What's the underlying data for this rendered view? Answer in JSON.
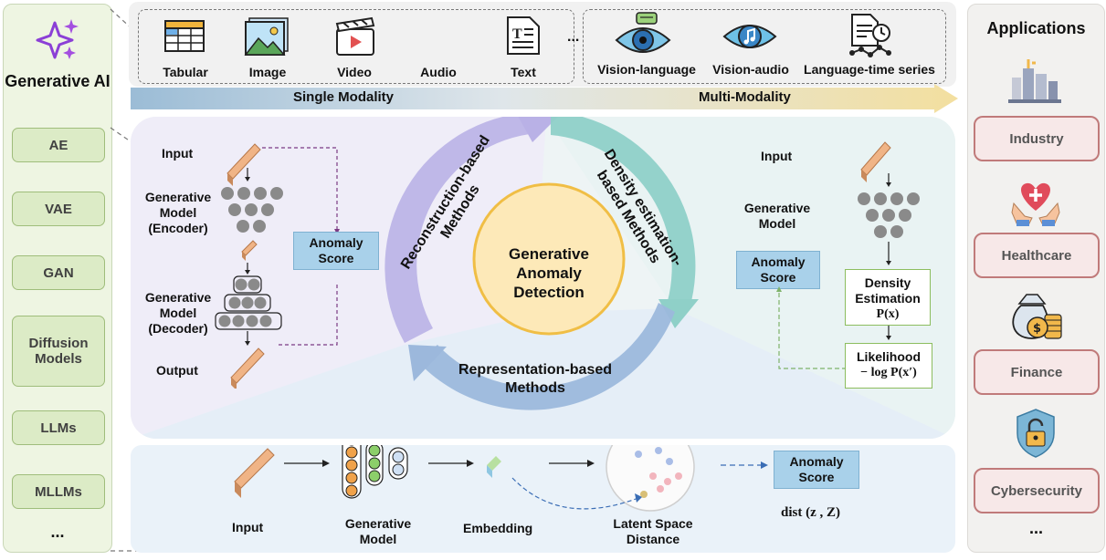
{
  "generative_ai": {
    "title": "Generative AI",
    "items": [
      "AE",
      "VAE",
      "GAN",
      "Diffusion Models",
      "LLMs",
      "MLLMs"
    ],
    "ellipsis": "..."
  },
  "applications": {
    "title": "Applications",
    "items": [
      "Industry",
      "Healthcare",
      "Finance",
      "Cybersecurity"
    ],
    "ellipsis": "..."
  },
  "modalities": {
    "single": [
      "Tabular",
      "Image",
      "Video",
      "Audio",
      "Text"
    ],
    "ellipsis": "...",
    "multi": [
      "Vision-language",
      "Vision-audio",
      "Language-time series"
    ],
    "single_label": "Single Modality",
    "multi_label": "Multi-Modality"
  },
  "center": {
    "title": "Generative Anomaly Detection",
    "arc_reconstruction": "Reconstruction-based Methods",
    "arc_density": "Density estimation-based Methods",
    "arc_representation": "Representation-based Methods"
  },
  "reconstruction": {
    "input": "Input",
    "encoder": "Generative Model (Encoder)",
    "decoder": "Generative Model (Decoder)",
    "output": "Output",
    "anomaly_score": "Anomaly Score"
  },
  "density": {
    "input": "Input",
    "model": "Generative Model",
    "anomaly_score": "Anomaly Score",
    "density_estimation": "Density Estimation",
    "density_formula": "P(x)",
    "likelihood": "Likelihood",
    "likelihood_formula": "− log P(x′)"
  },
  "representation": {
    "input": "Input",
    "model": "Generative Model",
    "embedding": "Embedding",
    "latent": "Latent Space Distance",
    "anomaly_score": "Anomaly Score",
    "dist": "dist (z , Z)"
  },
  "colors": {
    "left_panel": "#eef5e2",
    "left_item": "#dcebc6",
    "app_border": "#c07a7a",
    "purple_arc": "#b9b1e6",
    "teal_arc": "#8fd0c8",
    "blue_arc": "#9cb8dc",
    "center_circle": "#fde9b8",
    "anomaly_box": "#a9d1ea"
  }
}
